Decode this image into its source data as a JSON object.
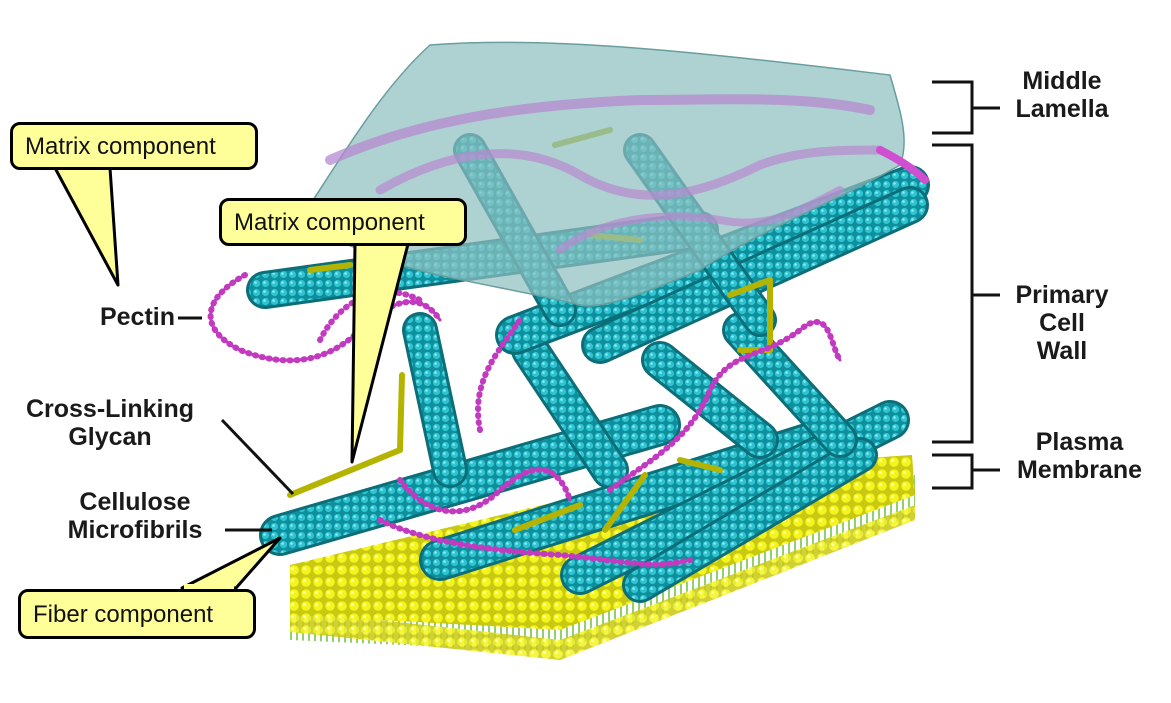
{
  "labels": {
    "middle_lamella": [
      "Middle",
      "Lamella"
    ],
    "primary_cell_wall": [
      "Primary",
      "Cell",
      "Wall"
    ],
    "plasma_membrane": [
      "Plasma",
      "Membrane"
    ],
    "pectin": "Pectin",
    "cross_linking_glycan": [
      "Cross-Linking",
      "Glycan"
    ],
    "cellulose_microfibrils": [
      "Cellulose",
      "Microfibrils"
    ]
  },
  "callouts": {
    "matrix_top": "Matrix component",
    "matrix_middle": "Matrix component",
    "fiber": "Fiber component"
  },
  "colors": {
    "cellulose": "#17a7b5",
    "pectin": "#c13ac0",
    "glycan": "#b4b400",
    "membrane_heads": "#ecec1a",
    "membrane_tails": "#6fbf3a",
    "lamella": "#8fbfbf",
    "callout_fill": "#ffff99"
  }
}
